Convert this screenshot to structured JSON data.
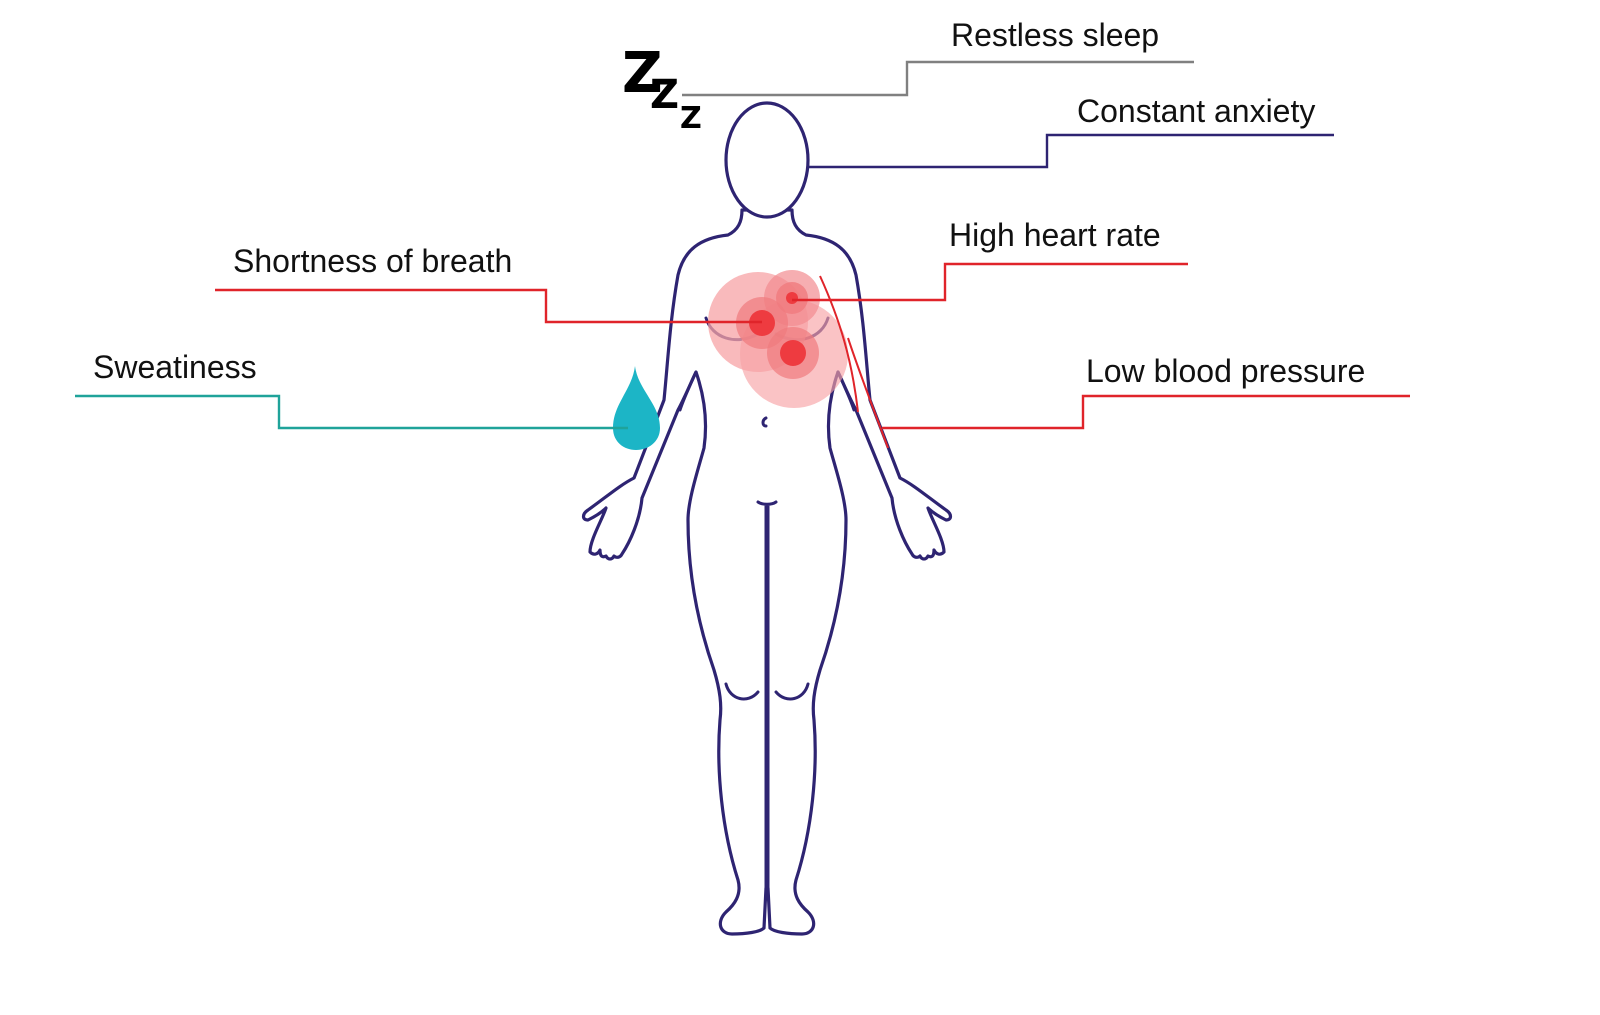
{
  "figure": {
    "sleep_glyphs": [
      "Z",
      "Z",
      "Z"
    ],
    "symptoms": {
      "restless_sleep": "Restless sleep",
      "constant_anxiety": "Constant anxiety",
      "high_heart_rate": "High heart rate",
      "shortness_of_breath": "Shortness of breath",
      "sweatiness": "Sweatiness",
      "low_blood_pressure": "Low blood pressure"
    }
  },
  "colors": {
    "body_outline": "#2e2472",
    "sleep_line": "#808080",
    "anxiety_line": "#2e2472",
    "heart_line": "#e0242a",
    "breath_line": "#e0242a",
    "sweat_line": "#1fa39a",
    "blood_pressure_line": "#e0242a",
    "drop": "#1cb5c6",
    "chest_glow_outer": "#f7a3a6",
    "chest_glow_core": "#ee3b40"
  }
}
